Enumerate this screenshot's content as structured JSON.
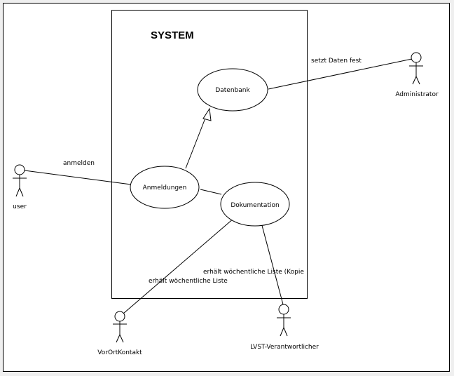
{
  "diagram": {
    "type": "uml-use-case",
    "system": {
      "title": "SYSTEM"
    },
    "use_cases": [
      {
        "id": "datenbank",
        "label": "Datenbank"
      },
      {
        "id": "anmeldungen",
        "label": "Anmeldungen"
      },
      {
        "id": "dokumentation",
        "label": "Dokumentation"
      }
    ],
    "actors": [
      {
        "id": "user",
        "label": "user"
      },
      {
        "id": "administrator",
        "label": "Administrator"
      },
      {
        "id": "vorort",
        "label": "VorOrtKontakt"
      },
      {
        "id": "lvst",
        "label": "LVST-Verantwortlicher"
      }
    ],
    "associations": [
      {
        "from": "user",
        "to": "anmeldungen",
        "label": "anmelden"
      },
      {
        "from": "administrator",
        "to": "datenbank",
        "label": "setzt Daten fest"
      },
      {
        "from": "anmeldungen",
        "to": "dokumentation",
        "label": ""
      },
      {
        "from": "vorort",
        "to": "dokumentation",
        "label": "erhält wöchentliche Liste"
      },
      {
        "from": "lvst",
        "to": "dokumentation",
        "label": "erhält wöchentliche Liste (Kopie"
      }
    ],
    "generalizations": [
      {
        "from": "anmeldungen",
        "to": "datenbank"
      }
    ]
  }
}
